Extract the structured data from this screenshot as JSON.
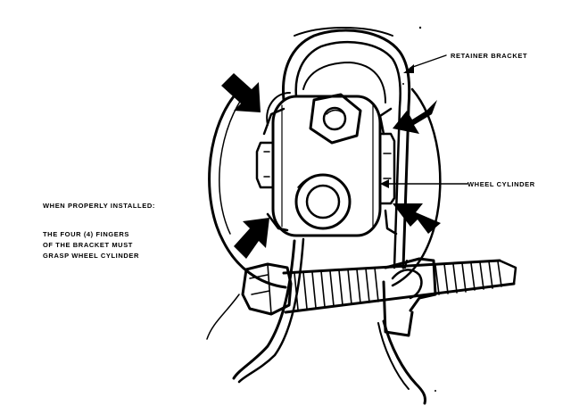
{
  "labels": {
    "retainer_bracket": "RETAINER BRACKET",
    "wheel_cylinder": "WHEEL CYLINDER",
    "note_heading": "WHEN PROPERLY INSTALLED:",
    "note_line_1": "THE FOUR (4) FINGERS",
    "note_line_2": "OF THE BRACKET MUST",
    "note_line_3": "GRASP WHEEL CYLINDER"
  },
  "colors": {
    "ink": "#000000",
    "paper": "#ffffff"
  },
  "icons": {
    "arrow": "arrow-icon"
  }
}
